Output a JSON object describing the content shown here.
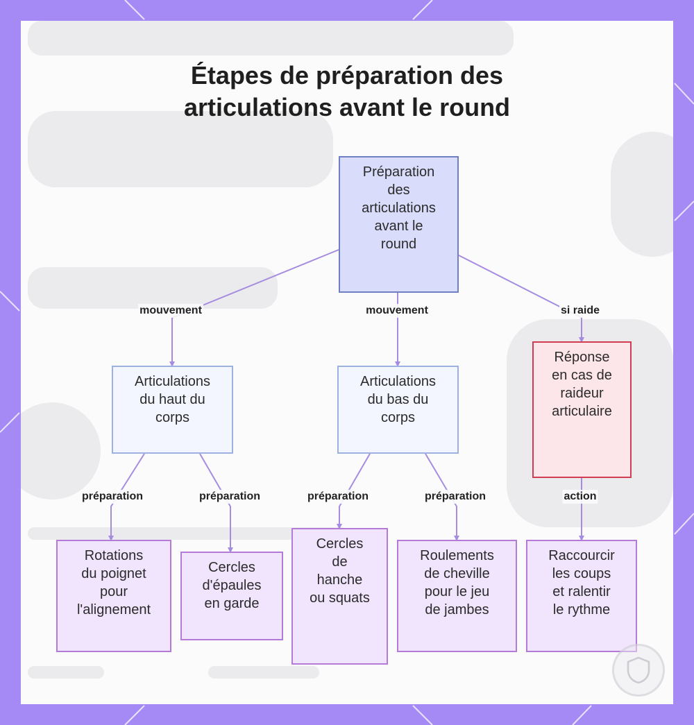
{
  "title": {
    "line1": "Étapes de préparation des",
    "line2": "articulations avant le round"
  },
  "nodes": {
    "root": [
      "Préparation",
      "des",
      "articulations",
      "avant le",
      "round"
    ],
    "upper": [
      "Articulations",
      "du haut du",
      "corps"
    ],
    "lower": [
      "Articulations",
      "du bas du",
      "corps"
    ],
    "stiff": [
      "Réponse",
      "en cas de",
      "raideur",
      "articulaire"
    ],
    "wrist": [
      "Rotations",
      "du poignet",
      "pour",
      "l'alignement"
    ],
    "shoulder": [
      "Cercles",
      "d'épaules",
      "en garde"
    ],
    "hip": [
      "Cercles",
      "de",
      "hanche",
      "ou squats"
    ],
    "ankle": [
      "Roulements",
      "de cheville",
      "pour le jeu",
      "de jambes"
    ],
    "shorten": [
      "Raccourcir",
      "les coups",
      "et ralentir",
      "le rythme"
    ]
  },
  "edges": {
    "root_upper": "mouvement",
    "root_lower": "mouvement",
    "root_stiff": "si raide",
    "upper_wrist": "préparation",
    "upper_shoulder": "préparation",
    "lower_hip": "préparation",
    "lower_ankle": "préparation",
    "stiff_shorten": "action"
  },
  "colors": {
    "frame": "#a58af5",
    "edge": "#a58ce0",
    "root_fill": "#d9dcfb",
    "mid_fill": "#f3f6fe",
    "leaf_fill": "#f1e5fd",
    "alert_fill": "#fde6ea",
    "alert_border": "#d23c50"
  },
  "icons": {
    "watermark": "shield-watermark-icon"
  }
}
